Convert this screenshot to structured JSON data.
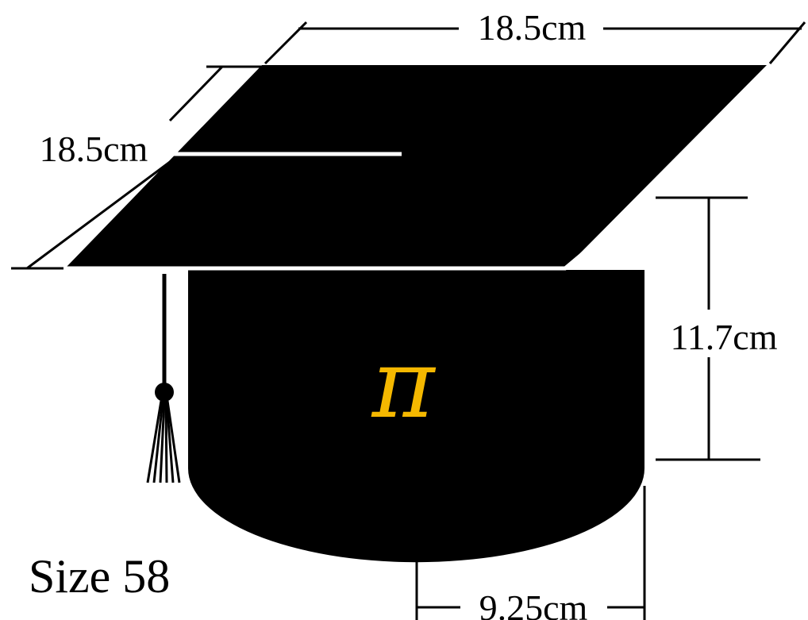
{
  "labels": {
    "top_width": "18.5cm",
    "left_depth": "18.5cm",
    "height": "11.7cm",
    "radius": "9.25cm",
    "size": "Size 58",
    "symbol": "π"
  },
  "colors": {
    "cap": "#000000",
    "outline": "#ffffff",
    "symbol": "#f5b800",
    "background": "#ffffff"
  }
}
